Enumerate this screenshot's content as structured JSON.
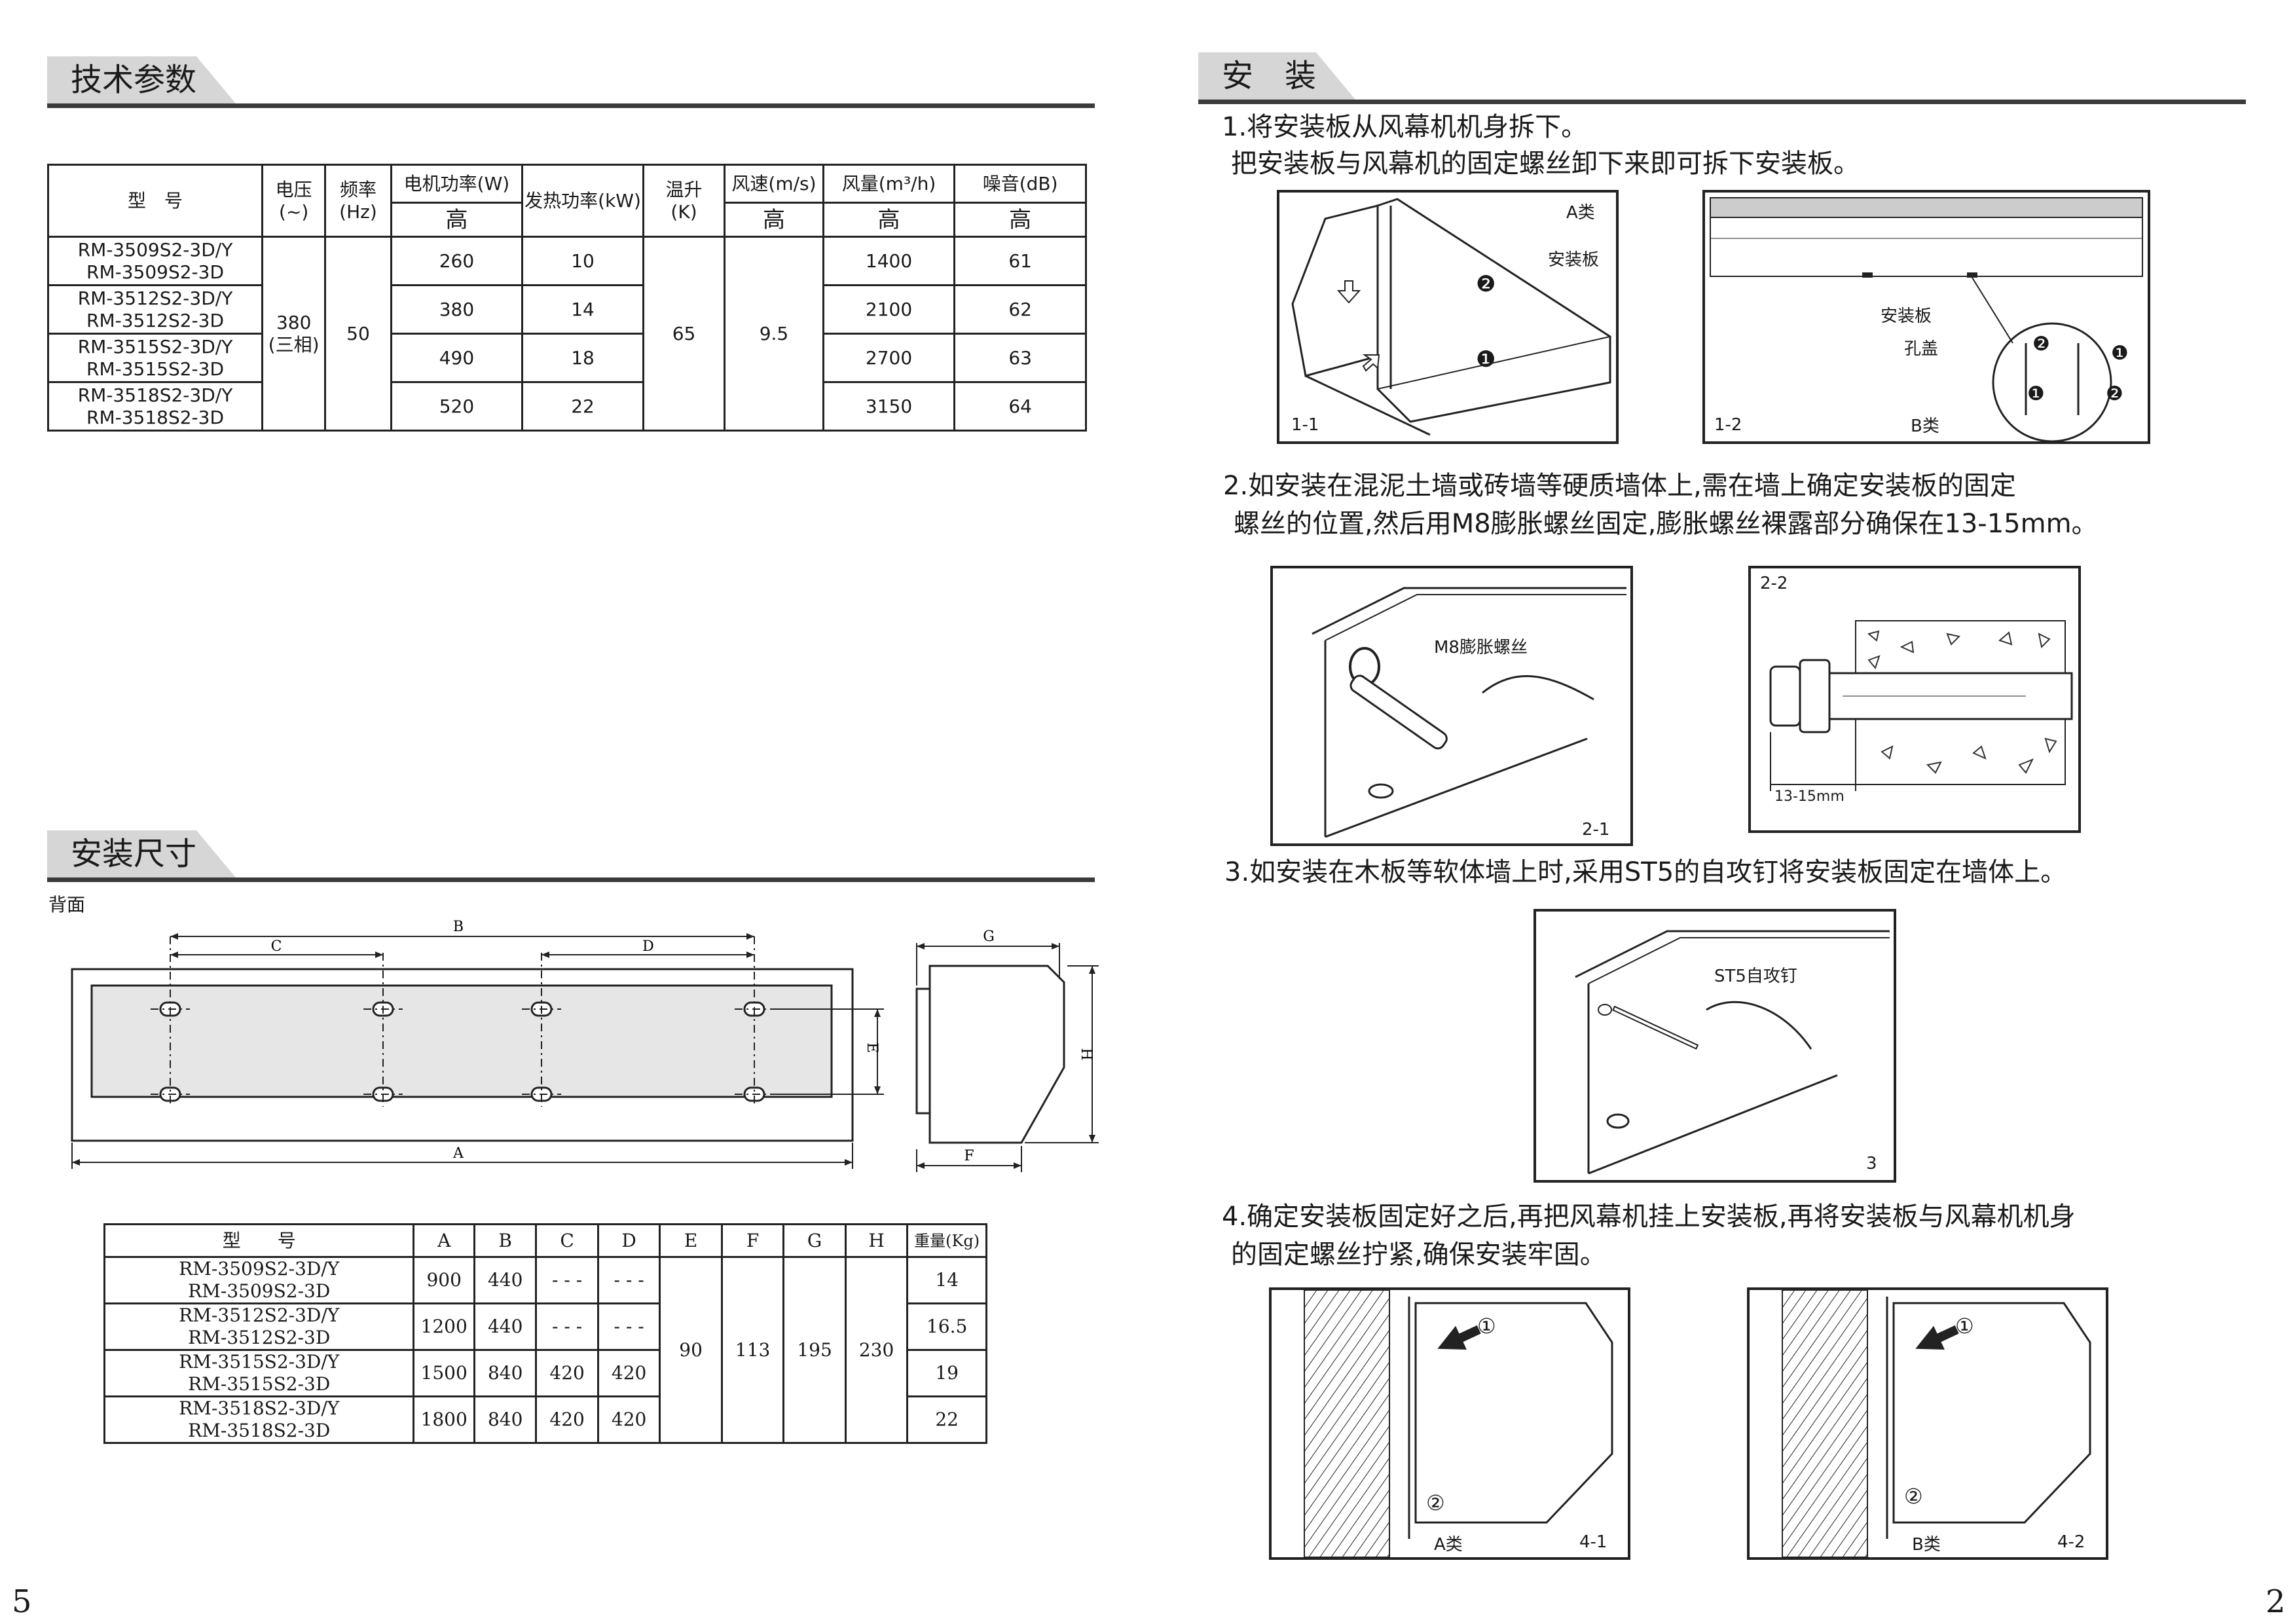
{
  "tech": {
    "title": "技术参数",
    "headers": {
      "model": "型　号",
      "voltage": "电压",
      "voltage_unit": "(~)",
      "freq": "频率",
      "freq_unit": "(Hz)",
      "motor": "电机功率(W)",
      "heat": "发热功率(kW)",
      "temp": "温升",
      "temp_unit": "(K)",
      "speed": "风速(m/s)",
      "volume": "风量(m³/h)",
      "noise": "噪音(dB)",
      "level": "高"
    },
    "voltage_value": "380",
    "voltage_note": "(三相)",
    "freq_value": "50",
    "temp_value": "65",
    "speed_value": "9.5",
    "rows": [
      {
        "model1": "RM-3509S2-3D/Y",
        "model2": "RM-3509S2-3D",
        "motor": "260",
        "heat": "10",
        "volume": "1400",
        "noise": "61"
      },
      {
        "model1": "RM-3512S2-3D/Y",
        "model2": "RM-3512S2-3D",
        "motor": "380",
        "heat": "14",
        "volume": "2100",
        "noise": "62"
      },
      {
        "model1": "RM-3515S2-3D/Y",
        "model2": "RM-3515S2-3D",
        "motor": "490",
        "heat": "18",
        "volume": "2700",
        "noise": "63"
      },
      {
        "model1": "RM-3518S2-3D/Y",
        "model2": "RM-3518S2-3D",
        "motor": "520",
        "heat": "22",
        "volume": "3150",
        "noise": "64"
      }
    ]
  },
  "dims": {
    "title": "安装尺寸",
    "back_label": "背面",
    "letters": {
      "A": "A",
      "B": "B",
      "C": "C",
      "D": "D",
      "E": "E",
      "F": "F",
      "G": "G",
      "H": "H"
    },
    "headers": {
      "model": "型　　号",
      "A": "A",
      "B": "B",
      "C": "C",
      "D": "D",
      "E": "E",
      "F": "F",
      "G": "G",
      "H": "H",
      "weight": "重量(Kg)"
    },
    "E": "90",
    "F": "113",
    "G": "195",
    "H": "230",
    "rows": [
      {
        "model1": "RM-3509S2-3D/Y",
        "model2": "RM-3509S2-3D",
        "A": "900",
        "B": "440",
        "C": "- - -",
        "D": "- - -",
        "weight": "14"
      },
      {
        "model1": "RM-3512S2-3D/Y",
        "model2": "RM-3512S2-3D",
        "A": "1200",
        "B": "440",
        "C": "- - -",
        "D": "- - -",
        "weight": "16.5"
      },
      {
        "model1": "RM-3515S2-3D/Y",
        "model2": "RM-3515S2-3D",
        "A": "1500",
        "B": "840",
        "C": "420",
        "D": "420",
        "weight": "19"
      },
      {
        "model1": "RM-3518S2-3D/Y",
        "model2": "RM-3518S2-3D",
        "A": "1800",
        "B": "840",
        "C": "420",
        "D": "420",
        "weight": "22"
      }
    ]
  },
  "install": {
    "title": "安　装",
    "step1_l1": "1.将安装板从风幕机机身拆下。",
    "step1_l2": "把安装板与风幕机的固定螺丝卸下来即可拆下安装板。",
    "step2_l1": "2.如安装在混泥土墙或砖墙等硬质墙体上,需在墙上确定安装板的固定",
    "step2_l2": "螺丝的位置,然后用M8膨胀螺丝固定,膨胀螺丝裸露部分确保在13-15mm。",
    "step3_l1": "3.如安装在木板等软体墙上时,采用ST5的自攻钉将安装板固定在墙体上。",
    "step4_l1": "4.确定安装板固定好之后,再把风幕机挂上安装板,再将安装板与风幕机机身",
    "step4_l2": "的固定螺丝拧紧,确保安装牢固。",
    "fig1_1": {
      "num": "1-1",
      "type": "A类",
      "plate": "安装板",
      "m1": "❶",
      "m2": "❷"
    },
    "fig1_2": {
      "num": "1-2",
      "type": "B类",
      "plate": "安装板",
      "cap": "孔盖",
      "m1": "❶",
      "m2": "❷"
    },
    "fig2_1": {
      "num": "2-1",
      "bolt": "M8膨胀螺丝"
    },
    "fig2_2": {
      "num": "2-2",
      "gap": "13-15mm"
    },
    "fig3": {
      "num": "3",
      "screw": "ST5自攻钉"
    },
    "fig4_1": {
      "num": "4-1",
      "type": "A类",
      "m1": "①",
      "m2": "②"
    },
    "fig4_2": {
      "num": "4-2",
      "type": "B类",
      "m1": "①",
      "m2": "②"
    }
  },
  "page_left": "5",
  "page_right": "2"
}
